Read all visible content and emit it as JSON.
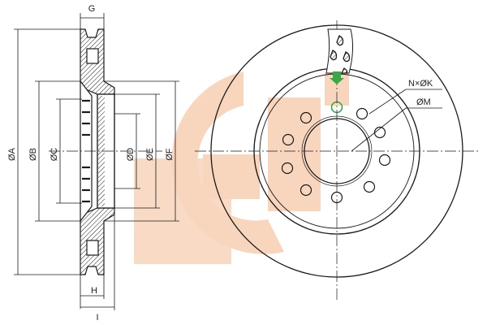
{
  "labels": {
    "g": "G",
    "h": "H",
    "i": "I",
    "a": "ØA",
    "b": "ØB",
    "c": "ØC",
    "d": "ØD",
    "e": "ØE",
    "f": "ØF",
    "nk": "N×ØK",
    "m": "ØM"
  },
  "colors": {
    "line": "#1a1a1a",
    "watermark": "#f6c9a8",
    "accent_green": "#3aa845"
  }
}
